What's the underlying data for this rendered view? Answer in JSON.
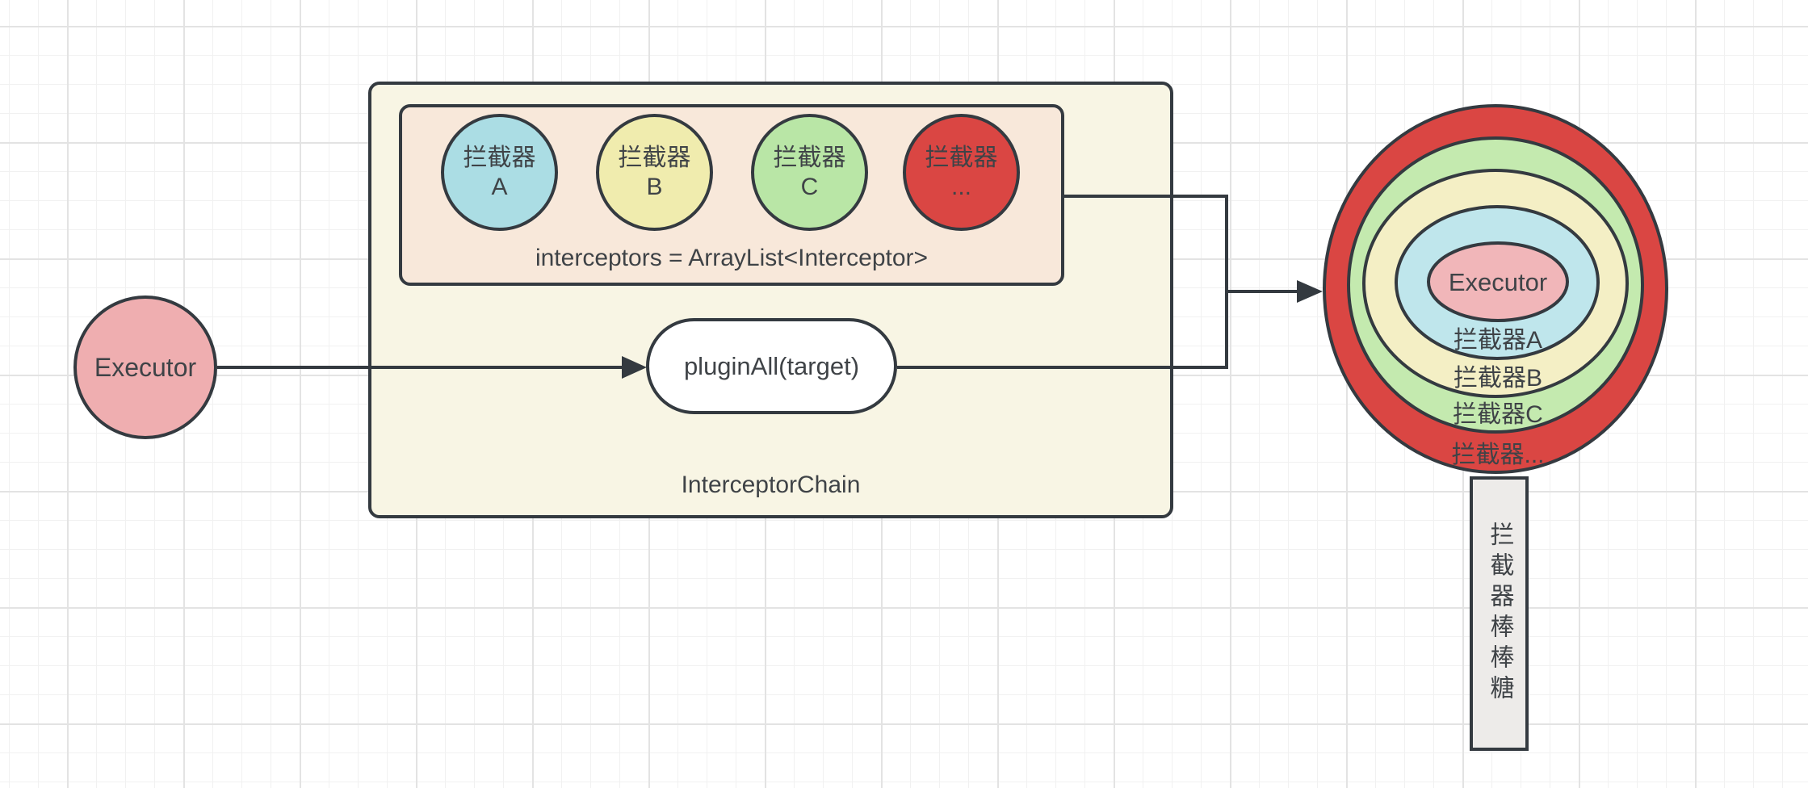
{
  "colors": {
    "stroke": "#343a40",
    "text": "#3f4347",
    "grid-minor": "#f1f1f1",
    "grid-major": "#e3e3e3",
    "node-pink": "#efaeb0",
    "box-cream": "#f8f5e4",
    "box-peach": "#f8e8da",
    "circle-blue": "#abdde4",
    "circle-yellow": "#f0ecae",
    "circle-green": "#b9e6a6",
    "circle-red": "#da4643",
    "pill-white": "#ffffff",
    "lolli-red": "#da4643",
    "lolli-green": "#c4eaaf",
    "lolli-yellow": "#f4efc5",
    "lolli-blue": "#bfe6ec",
    "lolli-pink": "#f1b6b9",
    "stick-gray": "#edebe9"
  },
  "executor_node": {
    "label": "Executor"
  },
  "chain_box": {
    "title": "InterceptorChain",
    "plugin_all_label": "pluginAll(target)",
    "list_box": {
      "caption": "interceptors = ArrayList<Interceptor>",
      "items": [
        {
          "line1": "拦截器",
          "line2": "A"
        },
        {
          "line1": "拦截器",
          "line2": "B"
        },
        {
          "line1": "拦截器",
          "line2": "C"
        },
        {
          "line1": "拦截器",
          "line2": "..."
        }
      ]
    }
  },
  "lollipop": {
    "center_label": "Executor",
    "ring_labels": [
      "拦截器A",
      "拦截器B",
      "拦截器C",
      "拦截器..."
    ],
    "stick_label": "拦截器棒棒糖"
  }
}
